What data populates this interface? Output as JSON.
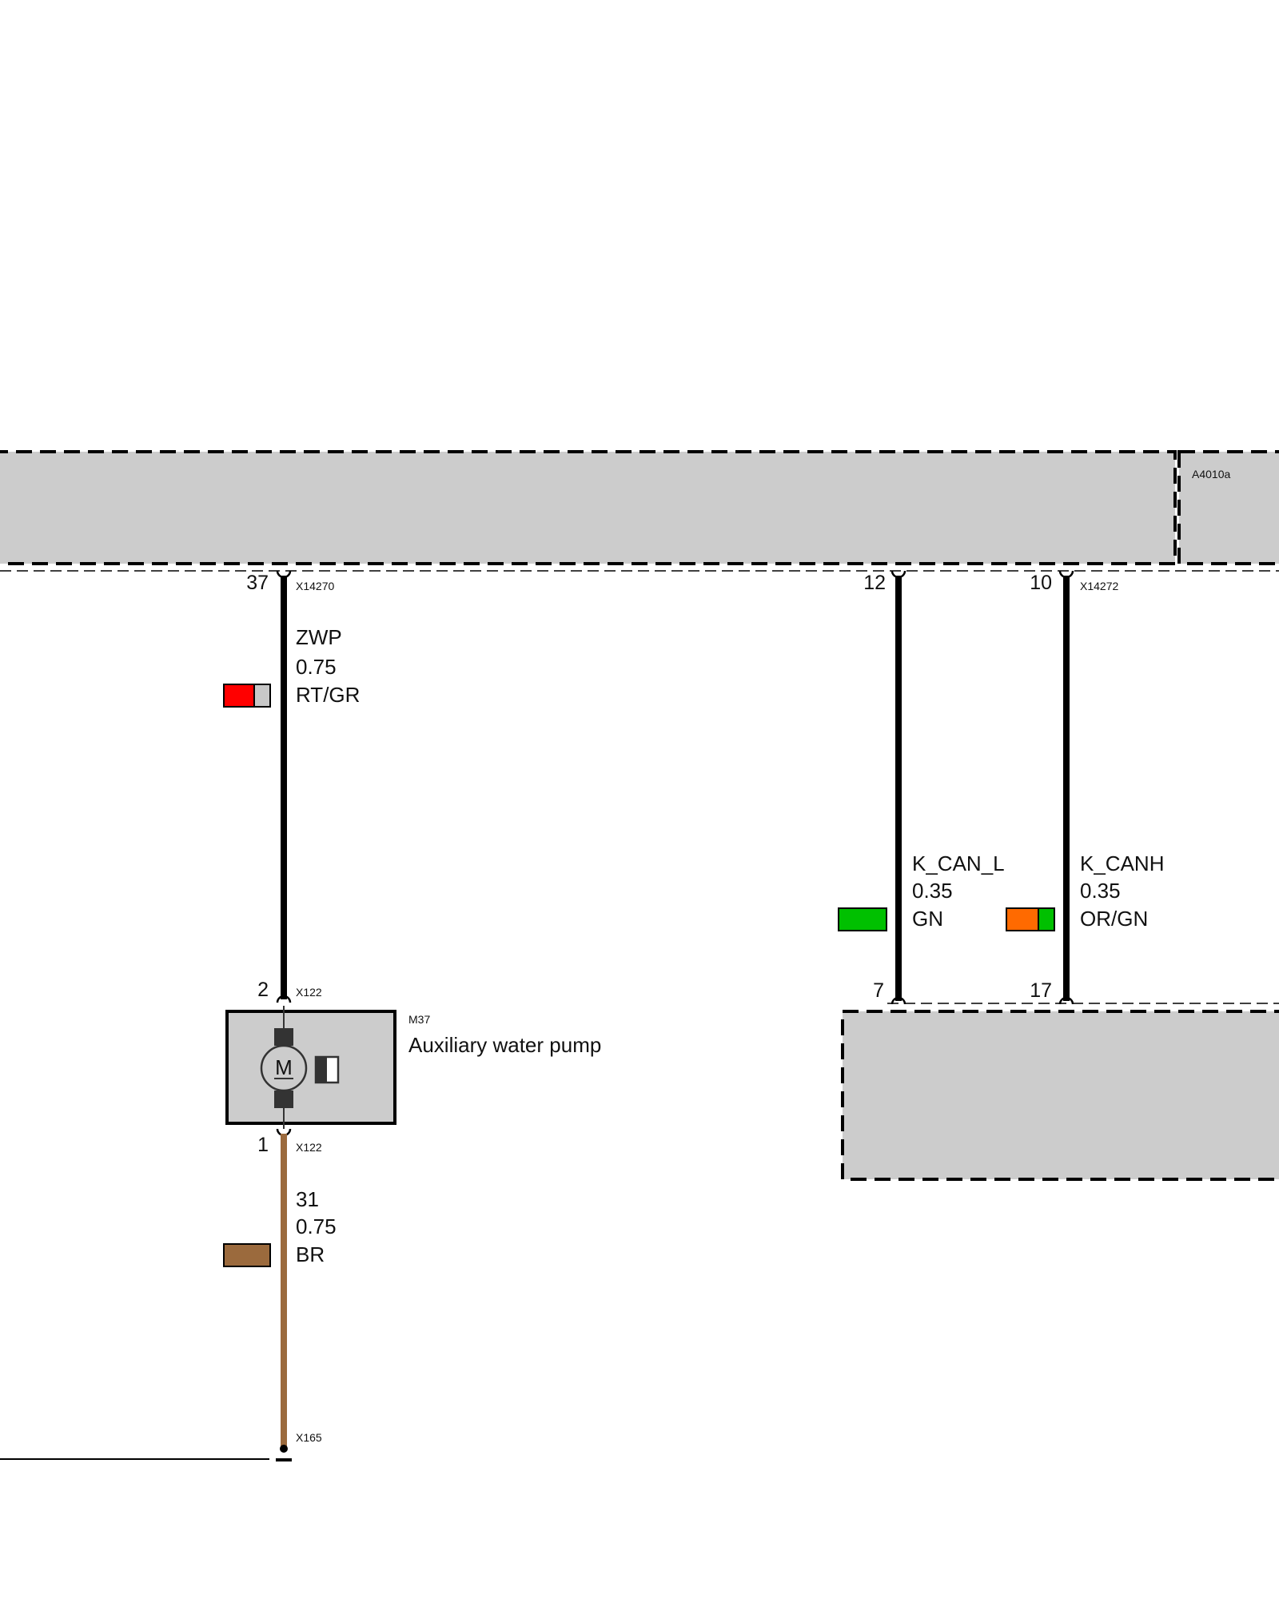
{
  "colors": {
    "module_fill": "#cccccc",
    "wire_black": "#000000",
    "wire_brown": "#9b6a3d",
    "red": "#ff0000",
    "grey": "#c8c8c8",
    "green": "#00c000",
    "orange": "#ff6a00",
    "brown_swatch": "#9b6a3d"
  },
  "module_top": {
    "label": "A4010a"
  },
  "wires": [
    {
      "signal": "ZWP",
      "size": "0.75",
      "color_code": "RT/GR",
      "pin_top": "37",
      "connector_top": "X14270",
      "pin_bottom": "2",
      "connector_bottom": "X122",
      "swatch": [
        "red",
        "grey"
      ],
      "stroke": "black"
    },
    {
      "signal": "K_CAN_L",
      "size": "0.35",
      "color_code": "GN",
      "pin_top": "12",
      "connector_top": "",
      "pin_bottom": "7",
      "connector_bottom": "",
      "swatch": [
        "green"
      ],
      "stroke": "black"
    },
    {
      "signal": "K_CANH",
      "size": "0.35",
      "color_code": "OR/GN",
      "pin_top": "10",
      "connector_top": "X14272",
      "pin_bottom": "17",
      "connector_bottom": "",
      "swatch": [
        "orange",
        "green"
      ],
      "stroke": "black"
    },
    {
      "signal": "31",
      "size": "0.75",
      "color_code": "BR",
      "pin_top": "1",
      "connector_top": "X122",
      "pin_bottom": "",
      "connector_bottom": "X165",
      "swatch": [
        "brown_swatch"
      ],
      "stroke": "brown"
    }
  ],
  "component": {
    "id": "M37",
    "name": "Auxiliary water pump",
    "motor_symbol": "M",
    "icon": "motor-icon"
  },
  "ground": {
    "icon": "ground-point-icon"
  }
}
